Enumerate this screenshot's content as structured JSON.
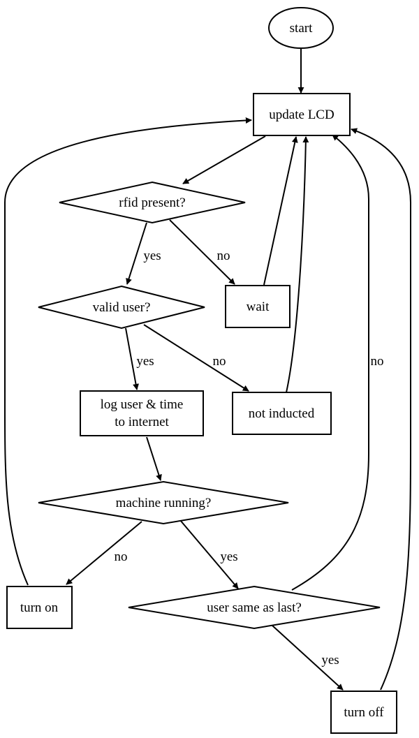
{
  "nodes": {
    "start": "start",
    "update_lcd": "update LCD",
    "rfid_present": "rfid present?",
    "wait": "wait",
    "valid_user": "valid user?",
    "not_inducted": "not inducted",
    "log_line1": "log user & time",
    "log_line2": "to internet",
    "machine_running": "machine running?",
    "turn_on": "turn on",
    "user_same": "user same as last?",
    "turn_off": "turn off"
  },
  "edges": {
    "rfid_yes": "yes",
    "rfid_no": "no",
    "valid_yes": "yes",
    "valid_no": "no",
    "running_no": "no",
    "running_yes": "yes",
    "same_yes": "yes",
    "same_no": "no"
  }
}
